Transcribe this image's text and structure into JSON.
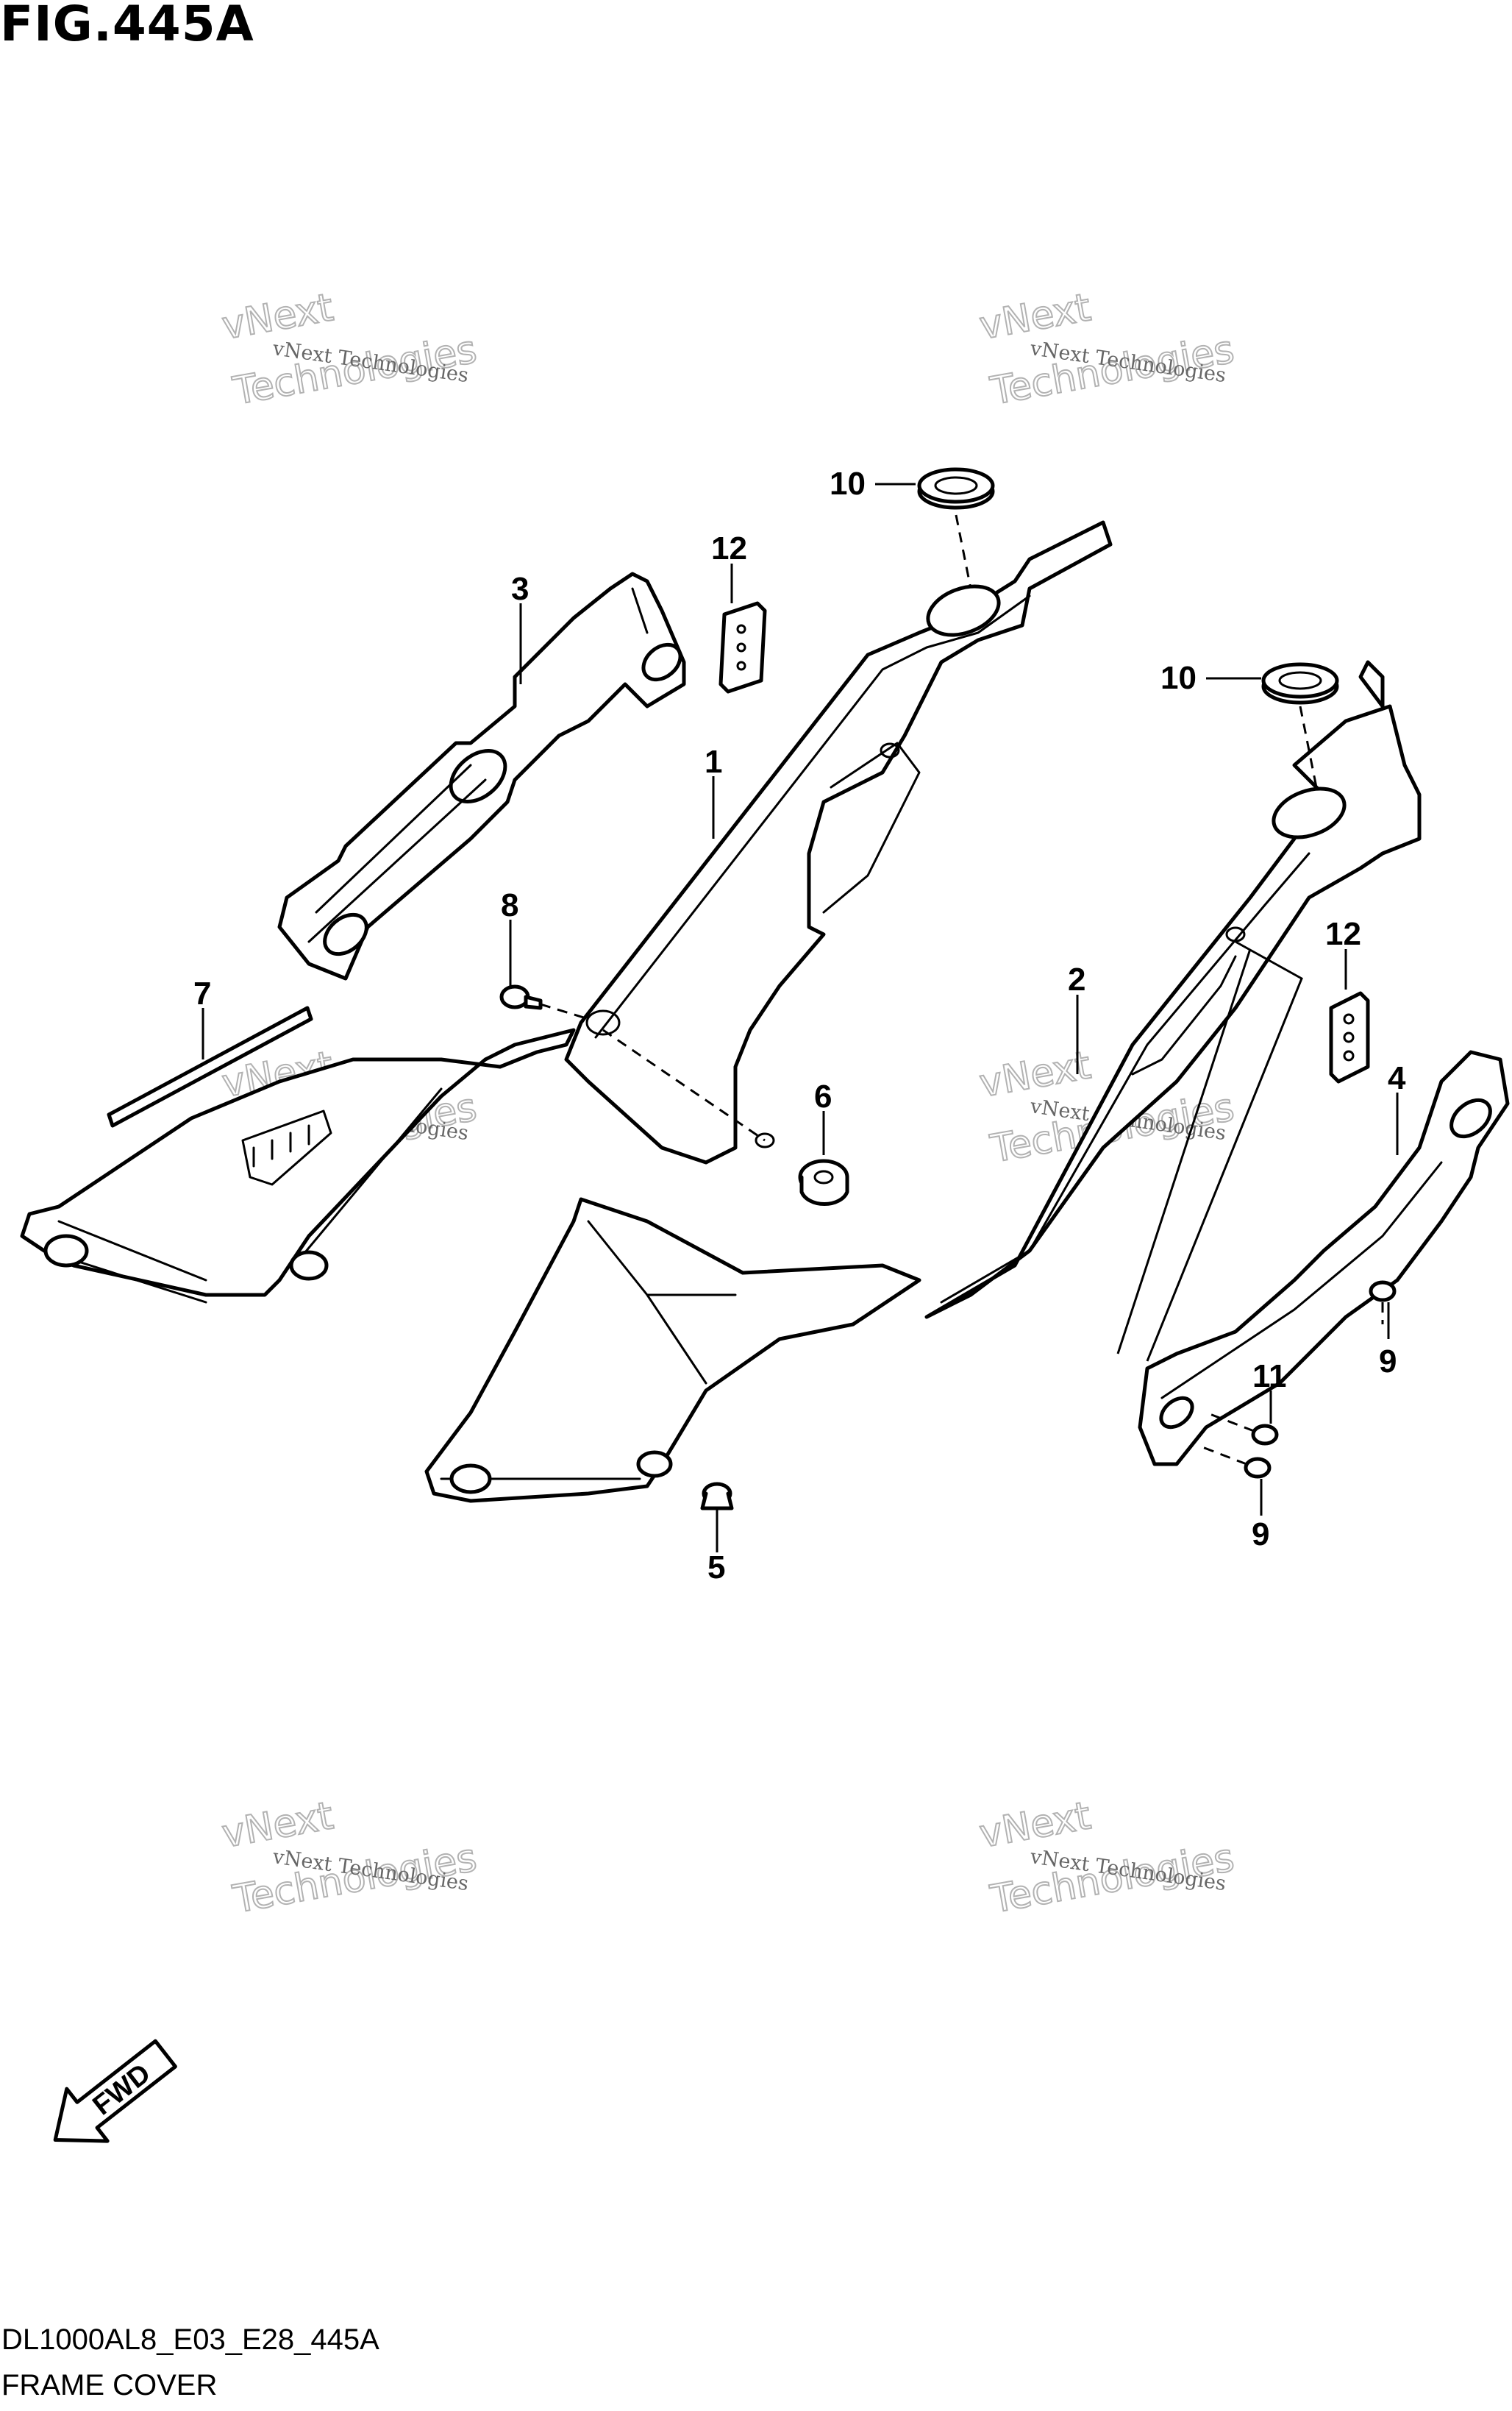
{
  "figure": {
    "title": "FIG.445A",
    "drawing_code": "DL1000AL8_E03_E28_445A",
    "drawing_name": "FRAME COVER",
    "fwd_label": "FWD"
  },
  "watermark": {
    "line_small": "vNext Technologies",
    "line_big": "Technologies",
    "line_big_top": "vNext"
  },
  "callouts": [
    {
      "id": "1",
      "label": "1"
    },
    {
      "id": "2",
      "label": "2"
    },
    {
      "id": "3",
      "label": "3"
    },
    {
      "id": "4",
      "label": "4"
    },
    {
      "id": "5",
      "label": "5"
    },
    {
      "id": "6",
      "label": "6"
    },
    {
      "id": "7",
      "label": "7"
    },
    {
      "id": "8",
      "label": "8"
    },
    {
      "id": "9a",
      "label": "9"
    },
    {
      "id": "9b",
      "label": "9"
    },
    {
      "id": "10a",
      "label": "10"
    },
    {
      "id": "10b",
      "label": "10"
    },
    {
      "id": "11",
      "label": "11"
    },
    {
      "id": "12a",
      "label": "12"
    },
    {
      "id": "12b",
      "label": "12"
    }
  ]
}
